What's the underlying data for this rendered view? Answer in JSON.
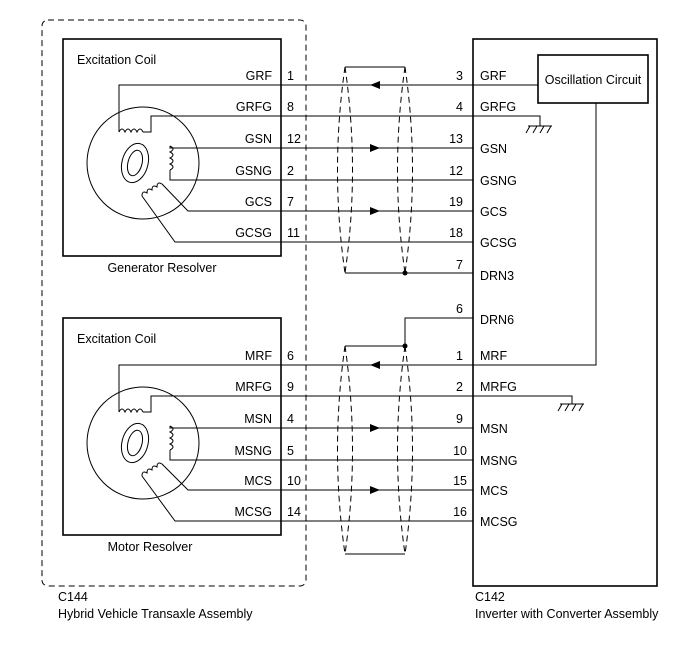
{
  "transaxle": {
    "connector": "C144",
    "name": "Hybrid Vehicle Transaxle Assembly"
  },
  "inverter": {
    "connector": "C142",
    "name": "Inverter with Converter Assembly",
    "oscillation_label": "Oscillation Circuit"
  },
  "generator": {
    "coil_label": "Excitation Coil",
    "caption": "Generator Resolver",
    "wires": [
      {
        "left_label": "GRF",
        "left_pin": "1",
        "right_pin": "3",
        "right_label": "GRF"
      },
      {
        "left_label": "GRFG",
        "left_pin": "8",
        "right_pin": "4",
        "right_label": "GRFG"
      },
      {
        "left_label": "GSN",
        "left_pin": "12",
        "right_pin": "13",
        "right_label": "GSN"
      },
      {
        "left_label": "GSNG",
        "left_pin": "2",
        "right_pin": "12",
        "right_label": "GSNG"
      },
      {
        "left_label": "GCS",
        "left_pin": "7",
        "right_pin": "19",
        "right_label": "GCS"
      },
      {
        "left_label": "GCSG",
        "left_pin": "11",
        "right_pin": "18",
        "right_label": "GCSG"
      }
    ],
    "drain": {
      "pin": "7",
      "label": "DRN3"
    }
  },
  "motor": {
    "coil_label": "Excitation Coil",
    "caption": "Motor Resolver",
    "wires": [
      {
        "left_label": "MRF",
        "left_pin": "6",
        "right_pin": "1",
        "right_label": "MRF"
      },
      {
        "left_label": "MRFG",
        "left_pin": "9",
        "right_pin": "2",
        "right_label": "MRFG"
      },
      {
        "left_label": "MSN",
        "left_pin": "4",
        "right_pin": "9",
        "right_label": "MSN"
      },
      {
        "left_label": "MSNG",
        "left_pin": "5",
        "right_pin": "10",
        "right_label": "MSNG"
      },
      {
        "left_label": "MCS",
        "left_pin": "10",
        "right_pin": "15",
        "right_label": "MCS"
      },
      {
        "left_label": "MCSG",
        "left_pin": "14",
        "right_pin": "16",
        "right_label": "MCSG"
      }
    ],
    "drain": {
      "pin": "6",
      "label": "DRN6"
    }
  }
}
